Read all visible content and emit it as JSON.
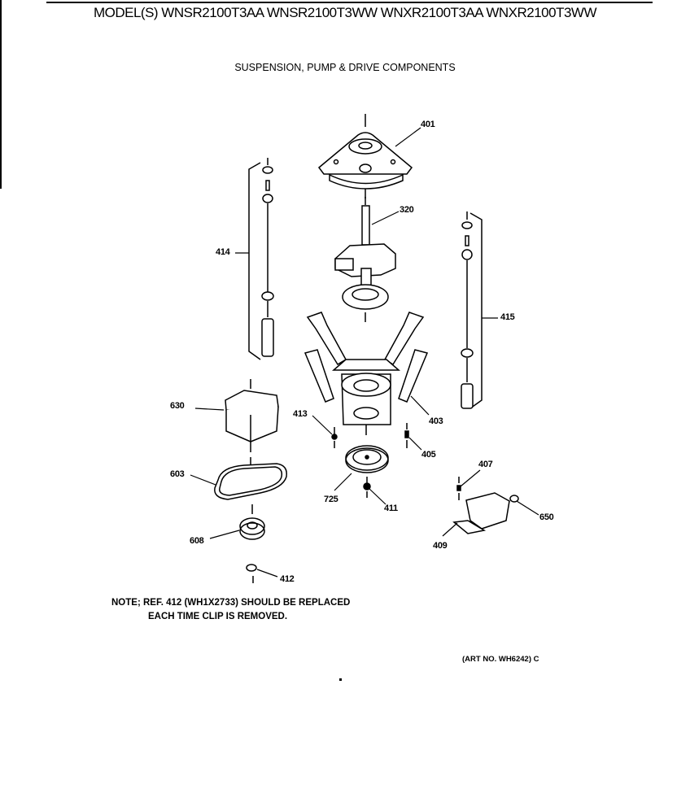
{
  "header": {
    "models_label": "MODEL(S) WNSR2100T3AA  WNSR2100T3WW  WNXR2100T3AA  WNXR2100T3WW",
    "models": [
      "WNSR2100T3AA",
      "WNSR2100T3WW",
      "WNXR2100T3AA",
      "WNXR2100T3WW"
    ],
    "section_title": "SUSPENSION, PUMP & DRIVE COMPONENTS"
  },
  "parts": [
    {
      "ref": "401",
      "name": "top-cover-icon"
    },
    {
      "ref": "320",
      "name": "transmission-icon"
    },
    {
      "ref": "414",
      "name": "suspension-rod-left-icon"
    },
    {
      "ref": "415",
      "name": "suspension-rod-right-icon"
    },
    {
      "ref": "403",
      "name": "mounting-bracket-icon"
    },
    {
      "ref": "413",
      "name": "nut-icon"
    },
    {
      "ref": "405",
      "name": "bolt-icon"
    },
    {
      "ref": "630",
      "name": "pump-icon"
    },
    {
      "ref": "603",
      "name": "belt-icon"
    },
    {
      "ref": "725",
      "name": "pulley-icon"
    },
    {
      "ref": "411",
      "name": "nut-icon"
    },
    {
      "ref": "407",
      "name": "screw-icon"
    },
    {
      "ref": "650",
      "name": "motor-icon"
    },
    {
      "ref": "409",
      "name": "motor-bracket-icon"
    },
    {
      "ref": "608",
      "name": "pump-pulley-icon"
    },
    {
      "ref": "412",
      "name": "clip-icon"
    }
  ],
  "note": {
    "line1": "NOTE; REF. 412 (WH1X2733) SHOULD BE REPLACED",
    "line2": "EACH TIME CLIP IS REMOVED."
  },
  "art_number": "(ART NO. WH6242) C"
}
